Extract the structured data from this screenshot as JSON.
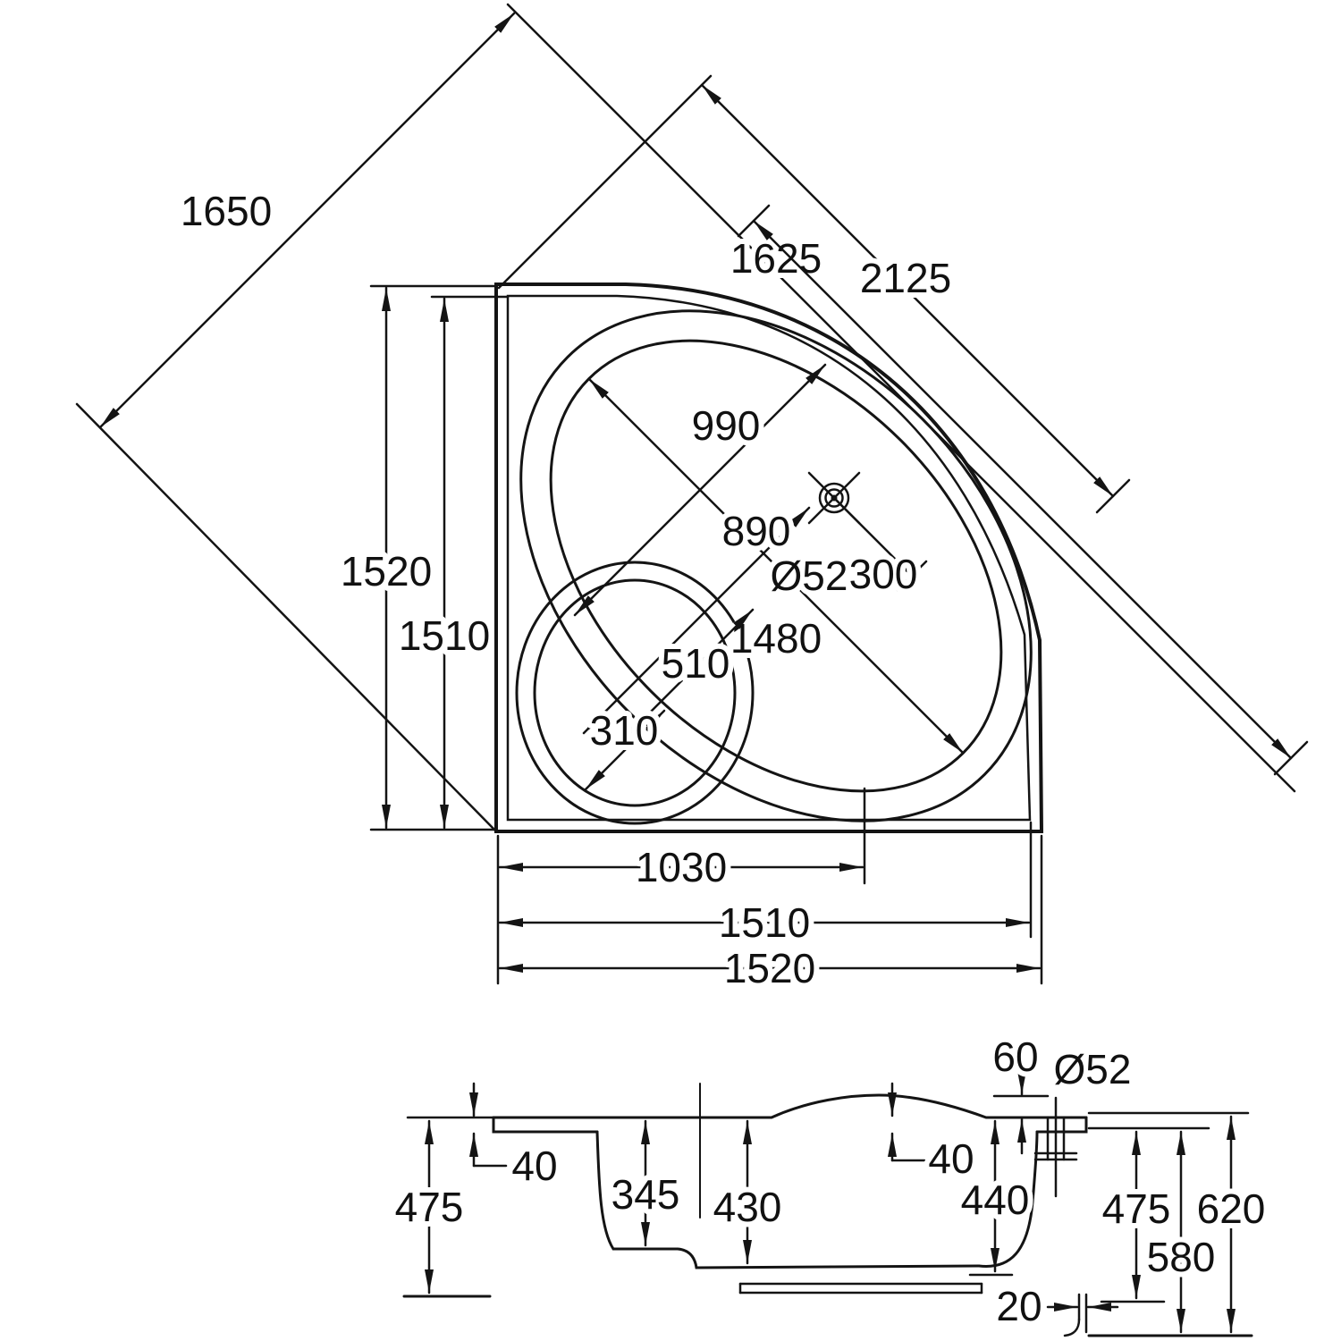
{
  "drawing": {
    "units_note": "Ø52",
    "line_color": "#141414",
    "background": "#ffffff"
  },
  "plan": {
    "diag_overall": "1650",
    "diag_rim": "1625",
    "diag_front": "2125",
    "basin_width": "990",
    "seat_diag": "890",
    "drain_diameter": "Ø52",
    "drain_offset": "300",
    "basin_length": "1480",
    "seat_width": "510",
    "seat_inner": "310",
    "side_outer": "1520",
    "side_inner": "1510",
    "bottom_drain_offset": "1030",
    "bottom_inner": "1510",
    "bottom_outer": "1520"
  },
  "section": {
    "rim_rise": "60",
    "drain_diameter": "Ø52",
    "rim_thickness_left": "40",
    "rim_thickness_right": "40",
    "height_left": "475",
    "seat_depth": "345",
    "depth_mid": "430",
    "depth_right": "440",
    "height_right": "475",
    "height_under_rim": "580",
    "total_height": "620",
    "outlet_offset": "20"
  }
}
